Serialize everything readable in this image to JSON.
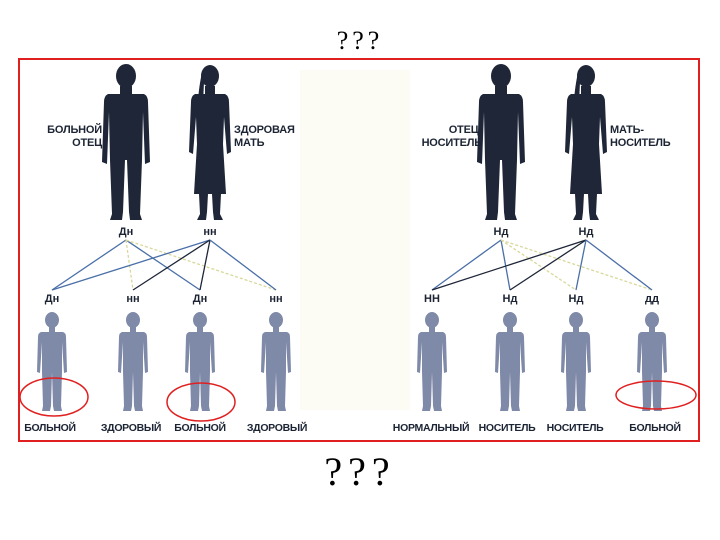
{
  "top_text": "???",
  "bottom_text": "???",
  "left_family": {
    "father_label": [
      "БОЛЬНОЙ",
      "ОТЕЦ"
    ],
    "mother_label": [
      "ЗДОРОВАЯ",
      "МАТЬ"
    ],
    "father_genotype": "Дн",
    "mother_genotype": "нн",
    "children": [
      {
        "genotype": "Дн",
        "label": "БОЛЬНОЙ",
        "circled": true
      },
      {
        "genotype": "нн",
        "label": "ЗДОРОВЫЙ",
        "circled": false
      },
      {
        "genotype": "Дн",
        "label": "БОЛЬНОЙ",
        "circled": true
      },
      {
        "genotype": "нн",
        "label": "ЗДОРОВЫЙ",
        "circled": false
      }
    ]
  },
  "right_family": {
    "father_label": [
      "ОТЕЦ-",
      "НОСИТЕЛЬ"
    ],
    "mother_label": [
      "МАТЬ-",
      "НОСИТЕЛЬ"
    ],
    "father_genotype": "Нд",
    "mother_genotype": "Нд",
    "children": [
      {
        "genotype": "НН",
        "label": "НОРМАЛЬНЫЙ",
        "circled": false
      },
      {
        "genotype": "Нд",
        "label": "НОСИТЕЛЬ",
        "circled": false
      },
      {
        "genotype": "Нд",
        "label": "НОСИТЕЛЬ",
        "circled": false
      },
      {
        "genotype": "дд",
        "label": "БОЛЬНОЙ",
        "circled": true
      }
    ]
  },
  "colors": {
    "frame": "#e02020",
    "adult": "#1e2638",
    "child": "#7f8aa8",
    "line_blue": "#4a6fa8",
    "line_dark": "#1e2638",
    "line_yellow": "#d8d89a",
    "circle": "#e02020"
  }
}
